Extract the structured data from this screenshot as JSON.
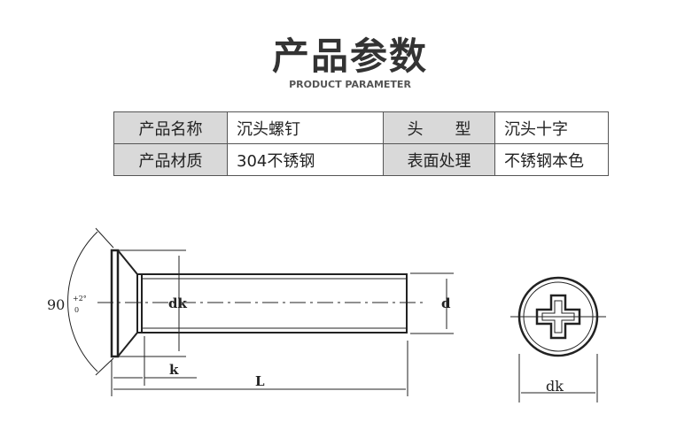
{
  "header": {
    "title": "产品参数",
    "subtitle": "PRODUCT PARAMETER"
  },
  "params": [
    [
      {
        "label": "产品名称",
        "value": "沉头螺钉"
      },
      {
        "label": "头　　型",
        "value": "沉头十字"
      }
    ],
    [
      {
        "label": "产品材质",
        "value": "304不锈钢"
      },
      {
        "label": "表面处理",
        "value": "不锈钢本色"
      }
    ]
  ],
  "diagram": {
    "angle": "90",
    "angle_tol_upper": "+2°",
    "angle_tol_lower": "0",
    "dk_head": "dk",
    "d": "d",
    "k": "k",
    "L": "L",
    "dk_top": "dk"
  }
}
